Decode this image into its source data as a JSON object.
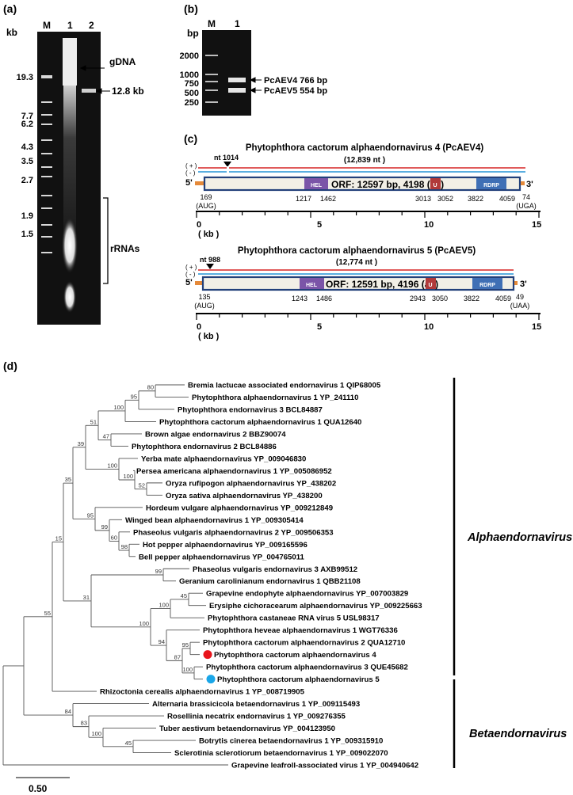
{
  "panels": {
    "a": "(a)",
    "b": "(b)",
    "c": "(c)",
    "d": "(d)"
  },
  "gel_a": {
    "unit": "kb",
    "lanes": [
      "M",
      "1",
      "2"
    ],
    "markers": [
      "19.3",
      "7.7",
      "6.2",
      "4.3",
      "3.5",
      "2.7",
      "1.9",
      "1.5"
    ],
    "annotations": {
      "gdna": "gDNA",
      "band": "12.8 kb",
      "rrna": "rRNAs"
    }
  },
  "gel_b": {
    "unit": "bp",
    "lanes": [
      "M",
      "1"
    ],
    "markers": [
      "2000",
      "1000",
      "750",
      "500",
      "250"
    ],
    "annotations": {
      "pcaev4": "PcAEV4 766 bp",
      "pcaev5": "PcAEV5 554 bp"
    }
  },
  "genomes": [
    {
      "title": "Phytophthora cactorum alphaendornavirus 4 (PcAEV4)",
      "length": "(12,839 nt )",
      "nick": "nt 1014",
      "plus": "( + )",
      "minus": "( - )",
      "five": "5'",
      "three": "3'",
      "start": "169",
      "start_codon": "(AUG)",
      "end": "74",
      "stop_codon": "(UGA)",
      "orf": "ORF: 12597 bp, 4198 (aa)",
      "hel": "HEL",
      "u": "U",
      "rdrp": "RDRP",
      "positions": [
        "1217",
        "1462",
        "3013",
        "3052",
        "3822",
        "4059"
      ]
    },
    {
      "title": "Phytophthora cactorum alphaendornavirus 5 (PcAEV5)",
      "length": "(12,774 nt )",
      "nick": "nt 988",
      "plus": "( + )",
      "minus": "( - )",
      "five": "5'",
      "three": "3'",
      "start": "135",
      "start_codon": "(AUG)",
      "end": "49",
      "stop_codon": "(UAA)",
      "orf": "ORF: 12591 bp, 4196 (aa)",
      "hel": "HEL",
      "u": "U",
      "rdrp": "RDRP",
      "positions": [
        "1243",
        "1486",
        "2943",
        "3050",
        "3822",
        "4059"
      ]
    }
  ],
  "scale_axis": {
    "ticks": [
      "0",
      "5",
      "10",
      "15"
    ],
    "unit": "( kb )"
  },
  "tree": {
    "taxa": [
      "Bremia lactucae associated endornavirus 1 QIP68005",
      "Phytophthora alphaendornavirus 1 YP_241110",
      "Phytophthora endornavirus 3 BCL84887",
      "Phytophthora cactorum alphaendornavirus 1 QUA12640",
      "Brown algae endornavirus 2 BBZ90074",
      "Phytophthora endornavirus 2 BCL84886",
      "Yerba mate alphaendornavirus YP_009046830",
      "Persea americana alphaendornavirus 1 YP_005086952",
      "Oryza rufipogon alphaendornavirus YP_438202",
      "Oryza sativa alphaendornavirus YP_438200",
      "Hordeum vulgare alphaendornavirus YP_009212849",
      "Winged bean alphaendornavirus 1 YP_009305414",
      "Phaseolus vulgaris alphaendornavirus 2 YP_009506353",
      "Hot pepper alphaendornavirus YP_009165596",
      "Bell pepper alphaendornavirus YP_004765011",
      "Phaseolus vulgaris endornavirus 3 AXB99512",
      "Geranium carolinianum endornavirus 1 QBB21108",
      "Grapevine endophyte alphaendornavirus YP_007003829",
      "Erysiphe cichoracearum alphaendornavirus YP_009225663",
      "Phytophthora castaneae RNA virus 5 USL98317",
      "Phytophthora heveae alphaendornavirus 1 WGT76336",
      "Phytophthora cactorum alphaendornavirus 2 QUA12710",
      "Phytophthora cactorum alphaendornavirus 4",
      "Phytophthora cactorum alphaendornavirus 3 QUE45682",
      "Phytophthora cactorum alphaendornavirus 5",
      "Rhizoctonia cerealis alphaendornavirus 1 YP_008719905",
      "Alternaria brassicicola betaendornavirus 1 YP_009115493",
      "Rosellinia necatrix endornavirus 1 YP_009276355",
      "Tuber aestivum betaendornavirus YP_004123950",
      "Botrytis cinerea betaendornavirus 1 YP_009315910",
      "Sclerotinia sclerotiorum betaendornavirus 1 YP_009022070",
      "Grapevine leafroll-associated virus 1 YP_004940642"
    ],
    "bootstrap": [
      "80",
      "95",
      "100",
      "51",
      "47",
      "39",
      "100",
      "52",
      "100",
      "35",
      "95",
      "99",
      "60",
      "98",
      "15",
      "99",
      "100",
      "45",
      "100",
      "94",
      "95",
      "87",
      "100",
      "31",
      "55",
      "84",
      "83",
      "45",
      "100"
    ],
    "clades": [
      "Alphaendornavirus",
      "Betaendornavirus"
    ],
    "scale": "0.50",
    "marker_colors": {
      "pcaev4": "#e8141b",
      "pcaev5": "#1aa6e8"
    }
  }
}
